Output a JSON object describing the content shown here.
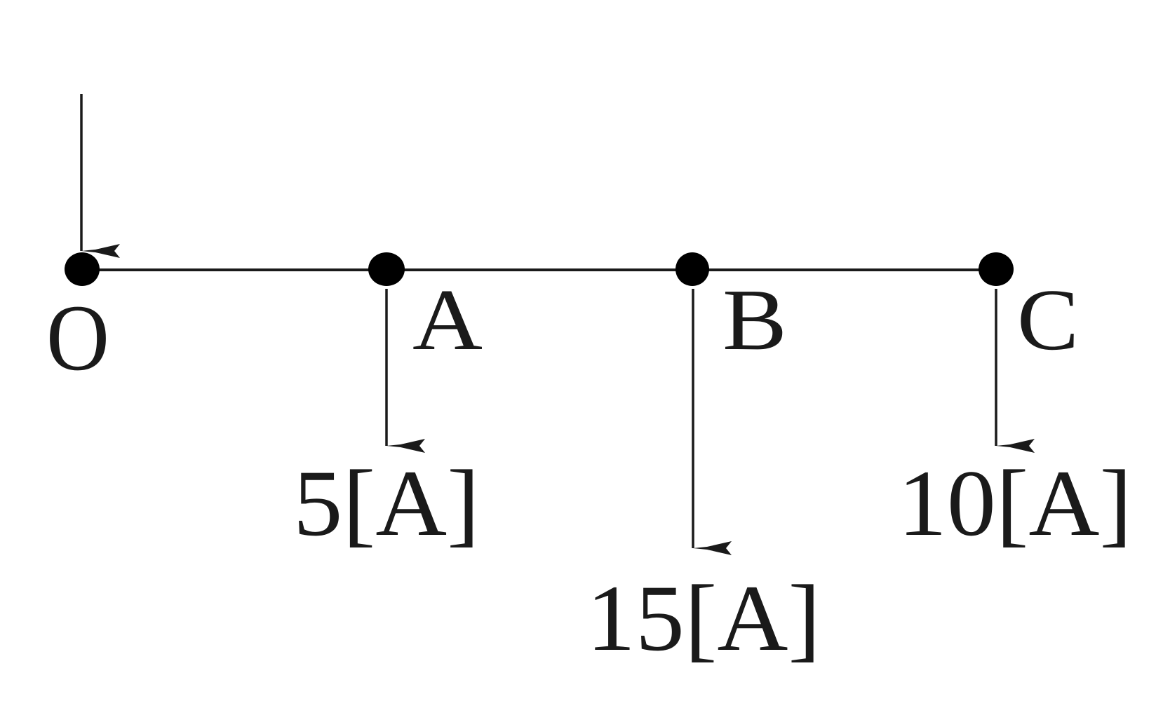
{
  "diagram": {
    "nodes": [
      {
        "id": "O",
        "label": "O"
      },
      {
        "id": "A",
        "label": "A"
      },
      {
        "id": "B",
        "label": "B"
      },
      {
        "id": "C",
        "label": "C"
      }
    ],
    "loads": [
      {
        "node": "A",
        "label": "5[A]"
      },
      {
        "node": "B",
        "label": "15[A]"
      },
      {
        "node": "C",
        "label": "10[A]"
      }
    ],
    "colors": {
      "ink": "#1a1a1a",
      "background": "#ffffff"
    }
  }
}
